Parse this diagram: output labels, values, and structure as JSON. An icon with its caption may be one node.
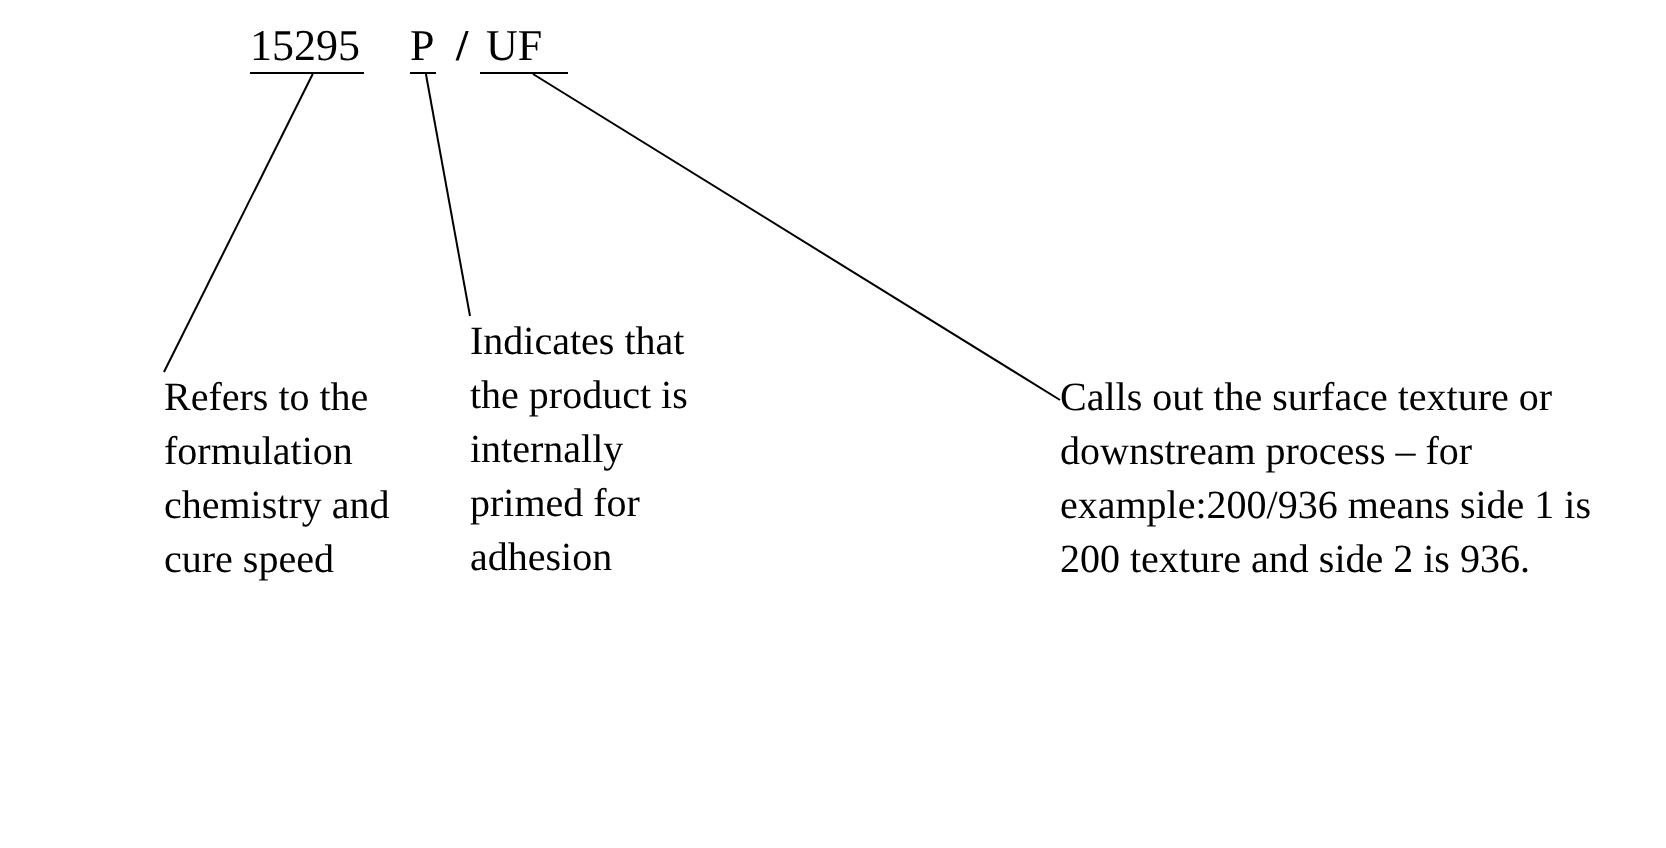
{
  "diagram": {
    "nodes": [
      {
        "text": [
          "15295"
        ]
      },
      {
        "text": [
          "P"
        ]
      },
      {
        "text": [
          "UF"
        ]
      },
      {
        "text": [
          "Refers to the formulation chemistry and cure speed"
        ]
      },
      {
        "text": [
          "Indicates that the product is internally primed for adhesion"
        ]
      },
      {
        "text": [
          "Calls out the surface texture or downstream process – for example:200/936 means side 1 is 200 texture and side 2 is 936."
        ]
      }
    ],
    "edges": [
      {
        "from": 3,
        "to": 0,
        "arrow": "none"
      },
      {
        "from": 4,
        "to": 1,
        "arrow": "none"
      },
      {
        "from": 5,
        "to": 2,
        "arrow": "none"
      }
    ],
    "labels": [
      "/"
    ]
  }
}
